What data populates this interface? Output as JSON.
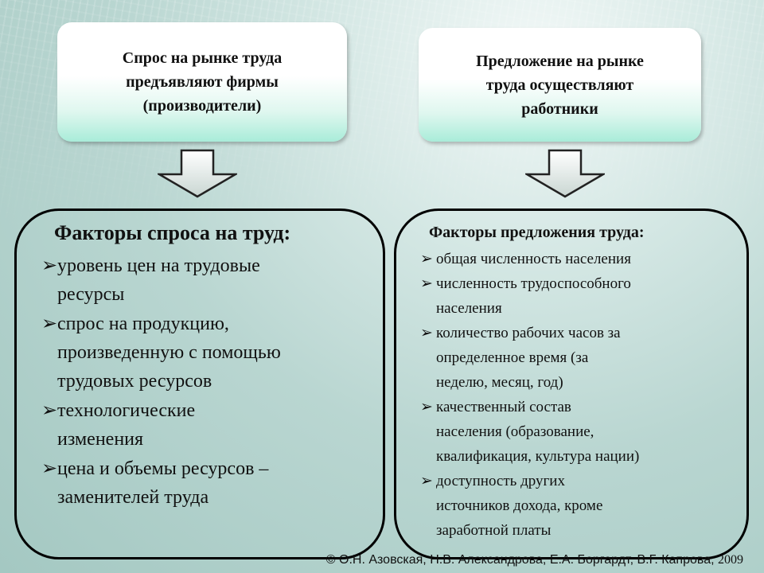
{
  "top_boxes": {
    "left": "Спрос на рынке труда\nпредъявляют фирмы\n(производители)",
    "right": "Предложение на рынке\nтруда осуществляют\nработники"
  },
  "demand": {
    "title": "Факторы спроса на труд:",
    "bullet_icon": "arrow-bullet-icon",
    "items": [
      "уровень цен на трудовые\nресурсы",
      "спрос на продукцию,\nпроизведенную с помощью\nтрудовых ресурсов",
      "технологические\nизменения",
      "цена и объемы ресурсов –\nзаменителей труда"
    ]
  },
  "supply": {
    "title": "Факторы предложения труда:",
    "items": [
      "общая численность населения",
      "численность трудоспособного\nнаселения",
      "количество рабочих часов за\nопределенное время (за\nнеделю, месяц, год)",
      "качественный состав\nнаселения (образование,\nквалификация, культура нации)",
      "доступность других\nисточников дохода, кроме\nзаработной платы"
    ]
  },
  "footer": {
    "authors": "© О.Н. Азовская, Н.В. Александрова, Е.А. Боргардт, В.Г. Капрова,",
    "year": "2009"
  },
  "colors": {
    "accent_gradient_bottom": "#a9ecd9",
    "background": "#b9d6d1",
    "border": "#000000"
  }
}
